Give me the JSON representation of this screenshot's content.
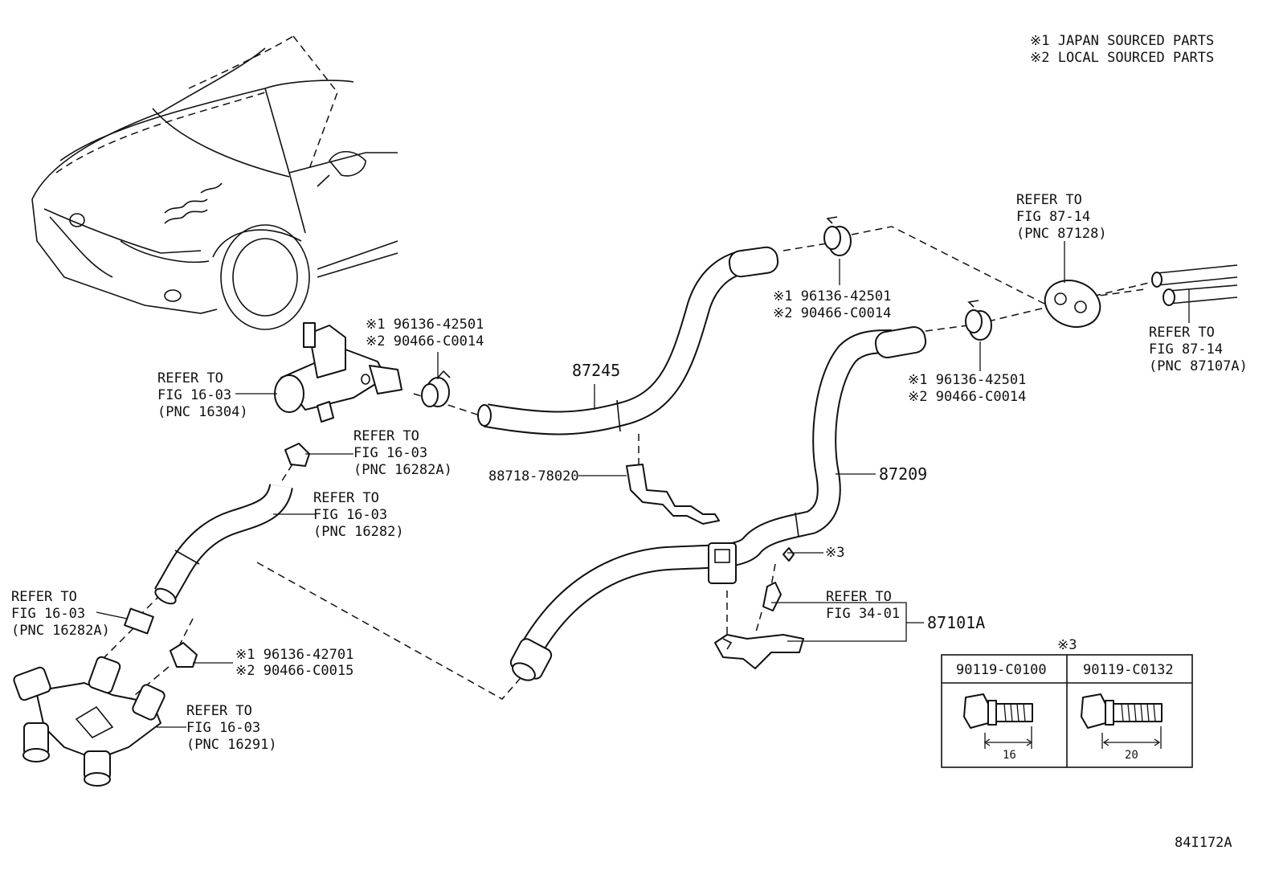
{
  "legend": {
    "line1": "※1 JAPAN SOURCED PARTS",
    "line2": "※2 LOCAL SOURCED PARTS"
  },
  "callouts": {
    "refer_16304": {
      "l1": "REFER TO",
      "l2": "FIG 16-03",
      "l3": "(PNC 16304)"
    },
    "refer_16282A_top": {
      "l1": "REFER TO",
      "l2": "FIG 16-03",
      "l3": "(PNC 16282A)"
    },
    "refer_16282": {
      "l1": "REFER TO",
      "l2": "FIG 16-03",
      "l3": "(PNC 16282)"
    },
    "refer_16282A_left": {
      "l1": "REFER TO",
      "l2": "FIG 16-03",
      "l3": "(PNC 16282A)"
    },
    "refer_16291": {
      "l1": "REFER TO",
      "l2": "FIG 16-03",
      "l3": "(PNC 16291)"
    },
    "refer_87128": {
      "l1": "REFER TO",
      "l2": "FIG 87-14",
      "l3": "(PNC 87128)"
    },
    "refer_87107A": {
      "l1": "REFER TO",
      "l2": "FIG 87-14",
      "l3": "(PNC 87107A)"
    },
    "refer_3401": {
      "l1": "REFER TO",
      "l2": "FIG 34-01"
    },
    "clamp_a": {
      "l1": "※1 96136-42501",
      "l2": "※2 90466-C0014"
    },
    "clamp_b": {
      "l1": "※1 96136-42501",
      "l2": "※2 90466-C0014"
    },
    "clamp_c": {
      "l1": "※1 96136-42501",
      "l2": "※2 90466-C0014"
    },
    "clamp_d": {
      "l1": "※1 96136-42701",
      "l2": "※2 90466-C0015"
    }
  },
  "parts": {
    "hose_upper": "87245",
    "hose_main": "87209",
    "bracket": "88718-78020",
    "bracket_asm": "87101A",
    "bolt_ref": "※3"
  },
  "bolt_table": {
    "header": "※3",
    "columns": [
      {
        "part": "90119-C0100",
        "length": "16"
      },
      {
        "part": "90119-C0132",
        "length": "20"
      }
    ]
  },
  "figure_id": "84I172A"
}
